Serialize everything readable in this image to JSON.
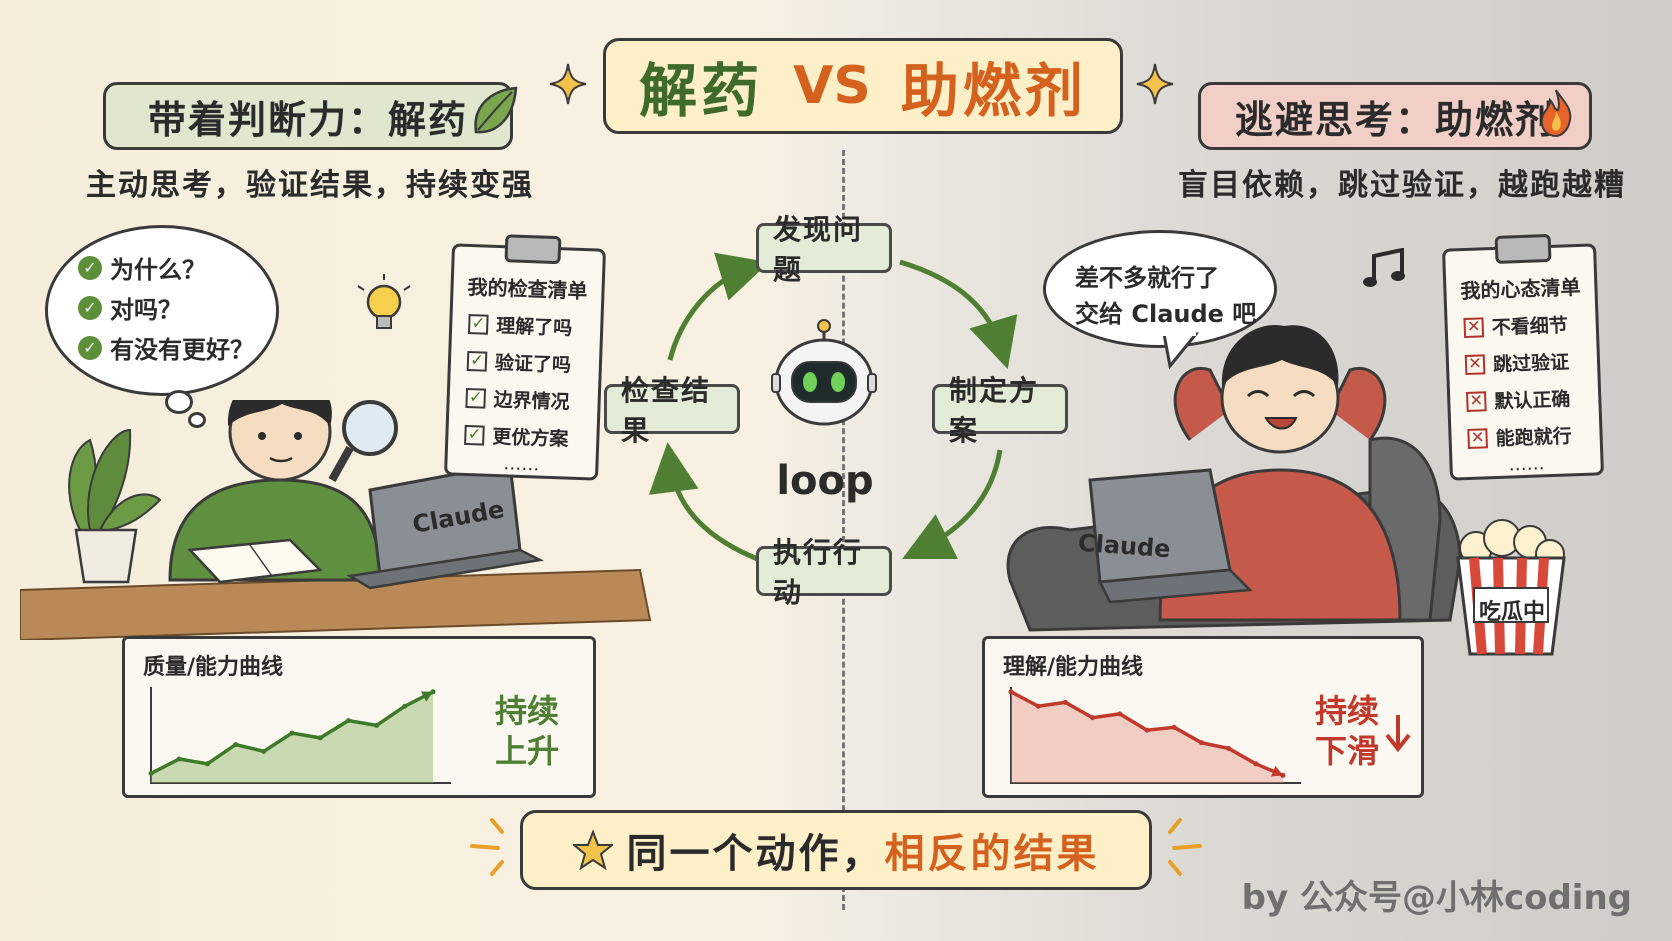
{
  "header": {
    "title_left": "解药",
    "title_vs": "VS",
    "title_right": "助燃剂"
  },
  "left": {
    "label": "带着判断力：解药",
    "subtitle": "主动思考，验证结果，持续变强",
    "thought": [
      "为什么？",
      "对吗？",
      "有没有更好？"
    ],
    "checklist_title": "我的检查清单",
    "checklist": [
      "理解了吗",
      "验证了吗",
      "边界情况",
      "更优方案"
    ],
    "checklist_more": "……",
    "laptop_label": "Claude",
    "chart_title": "质量/能力曲线",
    "trend_line1": "持续",
    "trend_line2": "上升"
  },
  "right": {
    "label": "逃避思考：助燃剂",
    "subtitle": "盲目依赖，跳过验证，越跑越糟",
    "speech_line1": "差不多就行了",
    "speech_line2": "交给 Claude 吧",
    "checklist_title": "我的心态清单",
    "checklist": [
      "不看细节",
      "跳过验证",
      "默认正确",
      "能跑就行"
    ],
    "checklist_more": "……",
    "laptop_label": "Claude",
    "popcorn_label": "吃瓜中",
    "chart_title": "理解/能力曲线",
    "trend_line1": "持续",
    "trend_line2": "下滑"
  },
  "loop": {
    "center": "loop",
    "steps": [
      "发现问题",
      "制定方案",
      "执行行动",
      "检查结果"
    ]
  },
  "bottom": {
    "part1": "同一个动作，",
    "part2": "相反的结果"
  },
  "footer": "by 公众号@小林coding",
  "colors": {
    "green": "#4f7f33",
    "orange": "#d4621e",
    "red": "#c0392b",
    "cream": "#fdf0c8"
  },
  "chart_data": [
    {
      "type": "area",
      "title": "质量/能力曲线",
      "trend": "up",
      "x": [
        0,
        1,
        2,
        3,
        4,
        5,
        6,
        7,
        8,
        9,
        10
      ],
      "values": [
        10,
        25,
        20,
        40,
        33,
        52,
        47,
        65,
        60,
        80,
        95
      ],
      "ylim": [
        0,
        100
      ]
    },
    {
      "type": "area",
      "title": "理解/能力曲线",
      "trend": "down",
      "x": [
        0,
        1,
        2,
        3,
        4,
        5,
        6,
        7,
        8,
        9,
        10
      ],
      "values": [
        95,
        80,
        84,
        68,
        72,
        55,
        58,
        42,
        36,
        20,
        8
      ],
      "ylim": [
        0,
        100
      ]
    }
  ]
}
